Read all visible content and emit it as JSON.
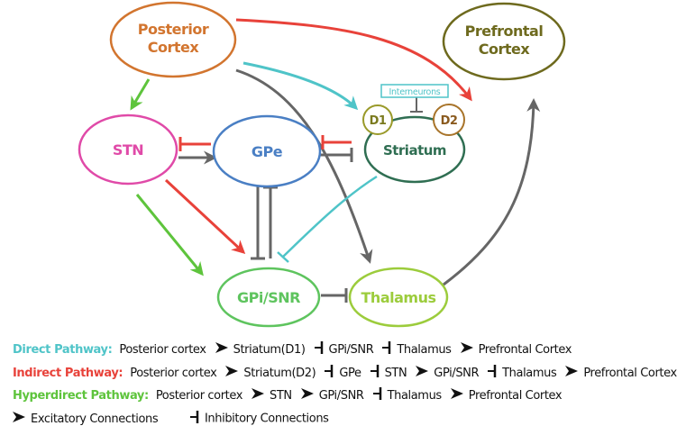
{
  "nodes": {
    "posterior_cortex": {
      "line1": "Posterior",
      "line2": "Cortex"
    },
    "prefrontal_cortex": {
      "line1": "Prefrontal",
      "line2": "Cortex"
    },
    "stn": "STN",
    "gpe": "GPe",
    "striatum": "Striatum",
    "d1": "D1",
    "d2": "D2",
    "interneurons": "Interneurons",
    "gpi_snr": "GPi/SNR",
    "thalamus": "Thalamus"
  },
  "colors": {
    "direct": "#4fc4c8",
    "indirect": "#e8423a",
    "hyperdirect": "#5ec43c",
    "neutral": "#666666",
    "posterior_cortex": "#d2752f",
    "prefrontal_cortex": "#6e6a1e",
    "stn": "#e04aa8",
    "gpe": "#4a7fc4",
    "striatum": "#2f6e52",
    "d1": "#9a9a2a",
    "d2": "#a8742a",
    "gpi_snr": "#5ec45e",
    "thalamus": "#9ccc3c"
  },
  "legend": {
    "direct": {
      "name": "Direct Pathway:",
      "steps": [
        "Posterior cortex",
        "Striatum(D1)",
        "GPi/SNR",
        "Thalamus",
        "Prefrontal Cortex"
      ],
      "connectors": [
        "excitatory",
        "inhibitory",
        "inhibitory",
        "excitatory"
      ]
    },
    "indirect": {
      "name": "Indirect Pathway:",
      "steps": [
        "Posterior cortex",
        "Striatum(D2)",
        "GPe",
        "STN",
        "GPi/SNR",
        "Thalamus",
        "Prefrontal  Cortex"
      ],
      "connectors": [
        "excitatory",
        "inhibitory",
        "inhibitory",
        "excitatory",
        "inhibitory",
        "excitatory"
      ]
    },
    "hyperdirect": {
      "name": "Hyperdirect Pathway:",
      "steps": [
        "Posterior cortex",
        "STN",
        "GPi/SNR",
        "Thalamus",
        "Prefrontal Cortex"
      ],
      "connectors": [
        "excitatory",
        "excitatory",
        "inhibitory",
        "excitatory"
      ]
    },
    "key": {
      "excitatory": "Excitatory Connections",
      "inhibitory": "Inhibitory Connections"
    }
  }
}
